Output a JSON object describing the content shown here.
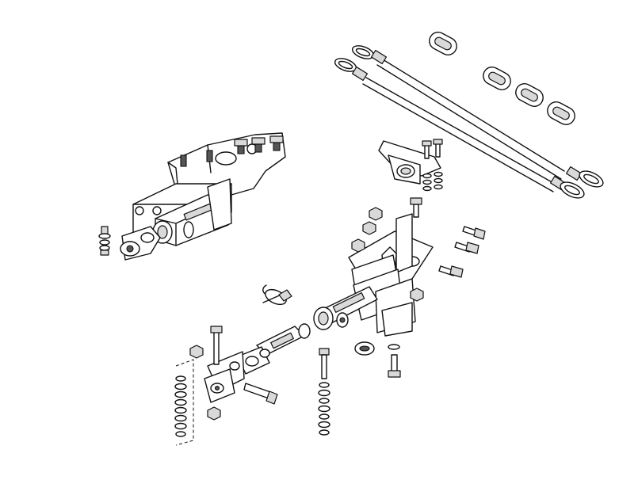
{
  "diagram": {
    "background": "#ffffff",
    "line_color": "#111111",
    "parts": [
      "safety-cables",
      "quick-links",
      "vehicle-bracket",
      "tow-bar-assembly",
      "baseplate-mount",
      "wiring-bracket",
      "crossbar-receiver",
      "hitch-pin-clip",
      "tow-bar-arm",
      "clevis-end",
      "hardware-bolts"
    ]
  }
}
